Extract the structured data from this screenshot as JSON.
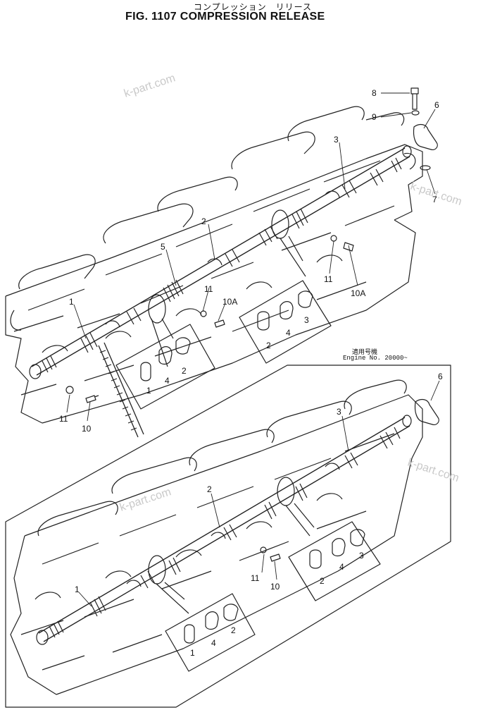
{
  "header": {
    "title_jp": "コンプレッション　リリース",
    "title": "FIG. 1107  COMPRESSION RELEASE"
  },
  "watermark": "k-part.com",
  "applicability": {
    "jp": "適用号機",
    "engine": "Engine  No.  20000~"
  },
  "callouts_upper": {
    "c1": "1",
    "c2": "2",
    "c3": "3",
    "c5": "5",
    "c6": "6",
    "c7": "7",
    "c8": "8",
    "c9": "9",
    "c10": "10",
    "c10a_left": "10A",
    "c10a_right": "10A",
    "c11_left": "11",
    "c11_mid": "11",
    "c11_right": "11"
  },
  "callouts_lower": {
    "c1": "1",
    "c2": "2",
    "c3": "3",
    "c6": "6",
    "c10": "10",
    "c11": "11"
  },
  "detail_upper_left": {
    "a": "1",
    "b": "4",
    "c": "2"
  },
  "detail_upper_right": {
    "a": "2",
    "b": "4",
    "c": "3"
  },
  "detail_lower_left": {
    "a": "1",
    "b": "4",
    "c": "2"
  },
  "detail_lower_right": {
    "a": "2",
    "b": "4",
    "c": "3"
  }
}
